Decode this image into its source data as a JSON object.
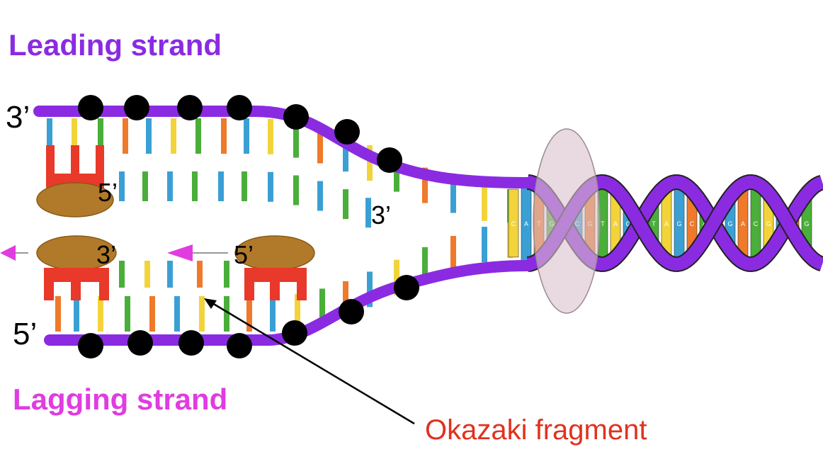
{
  "labels": {
    "leading_strand": "Leading strand",
    "lagging_strand": "Lagging strand",
    "okazaki_fragment": "Okazaki fragment",
    "top_left_end": "3’",
    "bottom_left_end": "5’",
    "leading_primer_end": "5’",
    "leading_new_end": "3’",
    "lagging_left_end": "3’",
    "lagging_right_end": "5’"
  },
  "colors": {
    "leading": "#8a2be2",
    "lagging": "#e03ce0",
    "backbone": "#8a2be2",
    "okazaki": "#e0321e",
    "polymerase": "#b07a2a",
    "clamp": "#e8392a",
    "helicase": "#d9c2cc",
    "base_yellow": "#f2d43a",
    "base_blue": "#3aa0d4",
    "base_orange": "#ee7a2a",
    "base_green": "#4aae3a",
    "phosphate": "#000000"
  },
  "helix_letters": [
    "C",
    "A",
    "T",
    "G",
    "A",
    "C",
    "G",
    "T",
    "A",
    "G",
    "C",
    "T",
    "A",
    "G"
  ]
}
